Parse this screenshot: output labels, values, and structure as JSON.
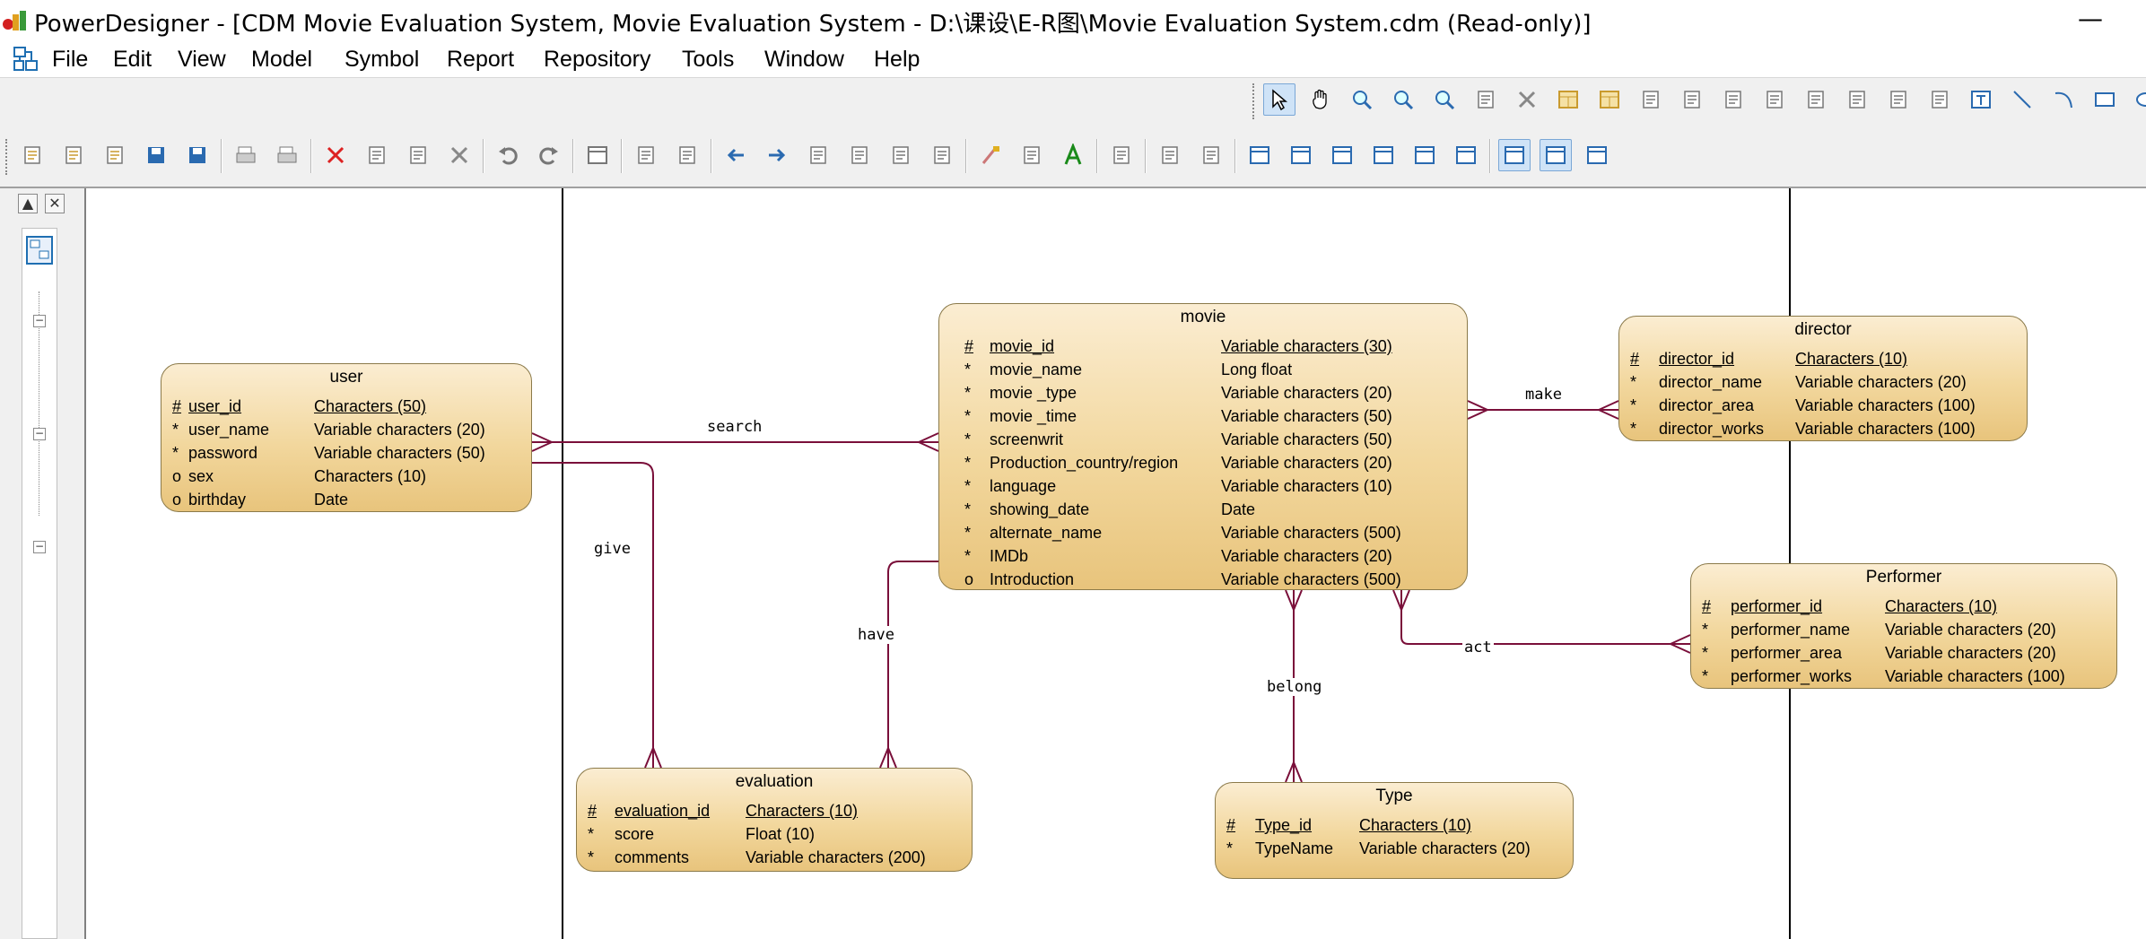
{
  "window": {
    "title": "PowerDesigner - [CDM Movie Evaluation System, Movie Evaluation System - D:\\课设\\E-R图\\Movie Evaluation System.cdm (Read-only)]",
    "minimize_symbol": "—"
  },
  "menu": {
    "items": [
      "File",
      "Edit",
      "View",
      "Model",
      "Symbol",
      "Report",
      "Repository",
      "Tools",
      "Window",
      "Help"
    ]
  },
  "colors": {
    "entity_fill_top": "#fbedd2",
    "entity_fill_bottom": "#e8c47c",
    "entity_border": "#8b7a4a",
    "relationship_line": "#7a0f3a"
  },
  "toolbar": {
    "palette_icons": [
      "pointer-icon",
      "grabber-icon",
      "zoom-in-icon",
      "zoom-out-icon",
      "zoom-to-fit-icon",
      "properties-icon",
      "delete-icon",
      "package-icon",
      "entity-icon",
      "relationship-icon",
      "inheritance-icon",
      "association-icon",
      "association-link-icon",
      "file-icon",
      "note-icon",
      "link-icon",
      "title-icon",
      "text-icon",
      "line-icon",
      "arc-icon",
      "rectangle-icon",
      "ellipse-icon"
    ],
    "standard_icons": [
      "new-icon",
      "open-project-icon",
      "open-icon",
      "save-icon",
      "save-all-icon",
      "print-preview-icon",
      "print-icon",
      "cut-icon",
      "copy-icon",
      "paste-icon",
      "delete-icon",
      "undo-icon",
      "redo-icon",
      "window-icon",
      "check-model-icon",
      "generate-icon",
      "import-icon",
      "export-icon",
      "refresh-icon",
      "compare-icon",
      "group-icon",
      "ungroup-icon",
      "format-painter-icon",
      "fill-icon",
      "font-icon",
      "bring-front-icon",
      "send-back-icon",
      "send-forward-icon",
      "view-1-icon",
      "view-2-icon",
      "view-3-icon",
      "view-4-icon",
      "view-5-icon",
      "view-6-icon",
      "preview-icon",
      "output-icon",
      "result-icon"
    ]
  },
  "browser": {
    "pin_symbol": "▲",
    "close_symbol": "✕",
    "expander_symbol": "−"
  },
  "entities": {
    "user": {
      "name": "user",
      "attributes": [
        {
          "marker": "#",
          "name": "user_id",
          "type": "Characters (50)",
          "pk": true
        },
        {
          "marker": "*",
          "name": "user_name",
          "type": "Variable characters (20)",
          "pk": false
        },
        {
          "marker": "*",
          "name": "password",
          "type": "Variable characters (50)",
          "pk": false
        },
        {
          "marker": "o",
          "name": "sex",
          "type": "Characters (10)",
          "pk": false
        },
        {
          "marker": "o",
          "name": "birthday",
          "type": "Date",
          "pk": false
        }
      ]
    },
    "movie": {
      "name": "movie",
      "attributes": [
        {
          "marker": "#",
          "name": "movie_id",
          "type": "Variable characters (30)",
          "pk": true
        },
        {
          "marker": "*",
          "name": "movie_name",
          "type": "Long float",
          "pk": false
        },
        {
          "marker": "*",
          "name": "movie _type",
          "type": "Variable characters (20)",
          "pk": false
        },
        {
          "marker": "*",
          "name": "movie _time",
          "type": "Variable characters (50)",
          "pk": false
        },
        {
          "marker": "*",
          "name": "screenwrit",
          "type": "Variable characters (50)",
          "pk": false
        },
        {
          "marker": "*",
          "name": "Production_country/region",
          "type": "Variable characters (20)",
          "pk": false
        },
        {
          "marker": "*",
          "name": "language",
          "type": "Variable characters (10)",
          "pk": false
        },
        {
          "marker": "*",
          "name": "showing_date",
          "type": "Date",
          "pk": false
        },
        {
          "marker": "*",
          "name": "alternate_name",
          "type": "Variable characters (500)",
          "pk": false
        },
        {
          "marker": "*",
          "name": "IMDb",
          "type": "Variable characters (20)",
          "pk": false
        },
        {
          "marker": "o",
          "name": "Introduction",
          "type": "Variable characters (500)",
          "pk": false
        }
      ]
    },
    "director": {
      "name": "director",
      "attributes": [
        {
          "marker": "#",
          "name": "director_id",
          "type": "Characters (10)",
          "pk": true
        },
        {
          "marker": "*",
          "name": "director_name",
          "type": "Variable characters (20)",
          "pk": false
        },
        {
          "marker": "*",
          "name": "director_area",
          "type": "Variable characters (100)",
          "pk": false
        },
        {
          "marker": "*",
          "name": "director_works",
          "type": "Variable characters (100)",
          "pk": false
        }
      ]
    },
    "performer": {
      "name": "Performer",
      "attributes": [
        {
          "marker": "#",
          "name": "performer_id",
          "type": "Characters (10)",
          "pk": true
        },
        {
          "marker": "*",
          "name": "performer_name",
          "type": "Variable characters (20)",
          "pk": false
        },
        {
          "marker": "*",
          "name": "performer_area",
          "type": "Variable characters (20)",
          "pk": false
        },
        {
          "marker": "*",
          "name": "performer_works",
          "type": "Variable characters (100)",
          "pk": false
        }
      ]
    },
    "evaluation": {
      "name": "evaluation",
      "attributes": [
        {
          "marker": "#",
          "name": "evaluation_id",
          "type": "Characters (10)",
          "pk": true
        },
        {
          "marker": "*",
          "name": "score",
          "type": "Float (10)",
          "pk": false
        },
        {
          "marker": "*",
          "name": "comments",
          "type": "Variable characters (200)",
          "pk": false
        }
      ]
    },
    "type": {
      "name": "Type",
      "attributes": [
        {
          "marker": "#",
          "name": "Type_id",
          "type": "Characters (10)",
          "pk": true
        },
        {
          "marker": "*",
          "name": "TypeName",
          "type": "Variable characters (20)",
          "pk": false
        }
      ]
    }
  },
  "relationships": {
    "search": "search",
    "give": "give",
    "have": "have",
    "make": "make",
    "act": "act",
    "belong": "belong"
  }
}
